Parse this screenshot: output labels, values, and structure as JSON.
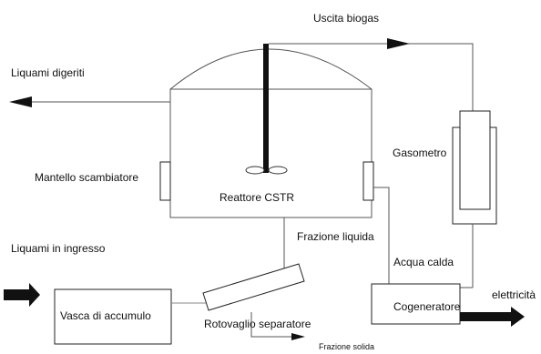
{
  "labels": {
    "uscita_biogas": "Uscita biogas",
    "liquami_digeriti": "Liquami digeriti",
    "gasometro": "Gasometro",
    "mantello": "Mantello scambiatore",
    "reattore": "Reattore CSTR",
    "frazione_liquida": "Frazione liquida",
    "liquami_ingresso": "Liquami in ingresso",
    "acqua_calda": "Acqua calda",
    "elettricita": "elettricità",
    "vasca": "Vasca di accumulo",
    "cogeneratore": "Cogeneratore",
    "rotovaglio": "Rotovaglio separatore",
    "frazione_solida": "Frazione solida"
  },
  "colors": {
    "line": "#555555",
    "arrow": "#111111",
    "flow_line": "#888888"
  }
}
